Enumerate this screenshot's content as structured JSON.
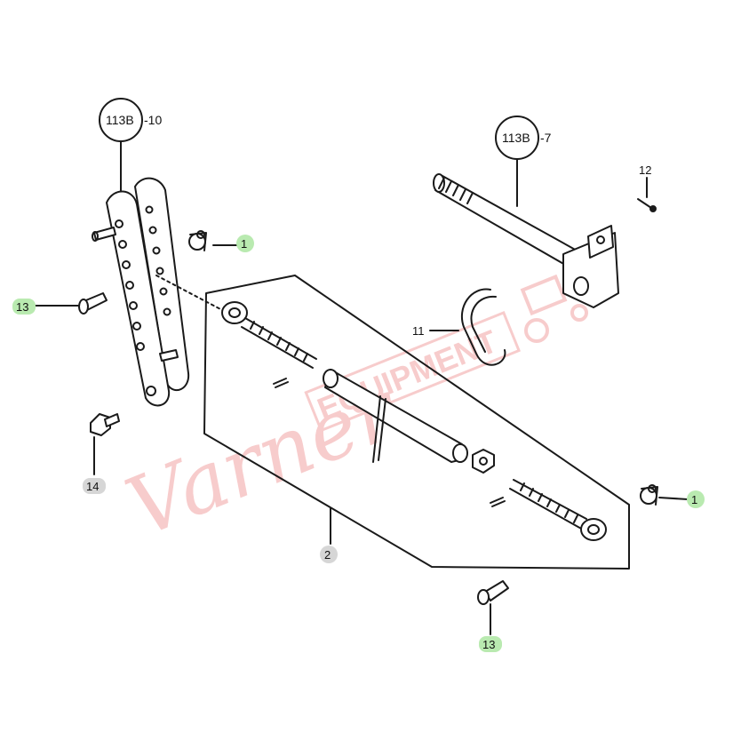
{
  "diagram": {
    "refs": [
      {
        "id": "ref-113b-10",
        "code": "113B",
        "suffix": "-10"
      },
      {
        "id": "ref-113b-7",
        "code": "113B",
        "suffix": "-7"
      }
    ],
    "callouts": [
      {
        "id": "callout-1-left",
        "text": "1",
        "highlight": true
      },
      {
        "id": "callout-1-right",
        "text": "1",
        "highlight": true
      },
      {
        "id": "callout-2",
        "text": "2",
        "highlight": false
      },
      {
        "id": "callout-11",
        "text": "11",
        "highlight": false
      },
      {
        "id": "callout-12",
        "text": "12",
        "highlight": false
      },
      {
        "id": "callout-13-left",
        "text": "13",
        "highlight": true
      },
      {
        "id": "callout-13-bottom",
        "text": "13",
        "highlight": true
      },
      {
        "id": "callout-14",
        "text": "14",
        "highlight": false
      }
    ]
  },
  "watermark": {
    "brand": "Varner",
    "sub": "EQUIPMENT"
  },
  "colors": {
    "line": "#1a1a1a",
    "highlight_green": "#b9eab0",
    "highlight_gray": "#d6d6d6",
    "watermark": "#f2a3a3"
  }
}
